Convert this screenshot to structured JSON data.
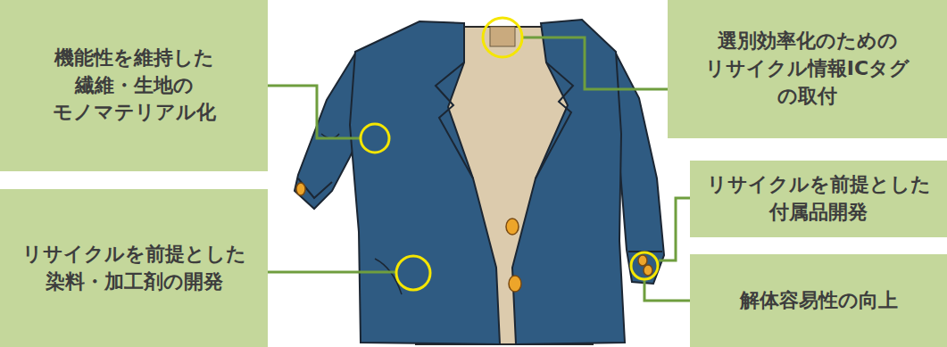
{
  "diagram": {
    "nodes": [
      {
        "text": [
          "機能性を維持した 繊維・生地の モノマテリアル化"
        ]
      },
      {
        "text": [
          "選別効率化のための リサイクル情報ICタグ の取付"
        ]
      },
      {
        "text": [
          "リサイクルを前提とした 付属品開発"
        ]
      },
      {
        "text": [
          "リサイクルを前提とした 染料・加工剤の開発"
        ]
      },
      {
        "text": [
          "解体容易性の向上"
        ]
      }
    ]
  }
}
